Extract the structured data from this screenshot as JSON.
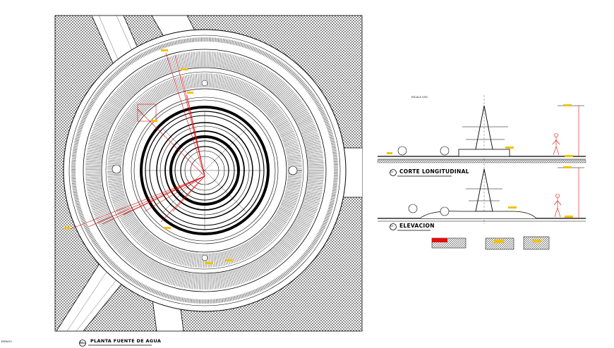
{
  "drawing": {
    "plan_title": "PLANTA FUENTE DE AGUA",
    "plan_number": "01",
    "section_title": "CORTE LONGITUDINAL",
    "section_number": "02",
    "elevation_title": "ELEVACION",
    "elevation_number": "03",
    "scale_note": "ESCALA 1/50",
    "corner_note": "ESPACIO"
  },
  "colors": {
    "line": "#000000",
    "annotation": "#e01010",
    "tag": "#f2c200",
    "paving": "#5a5a5a"
  }
}
